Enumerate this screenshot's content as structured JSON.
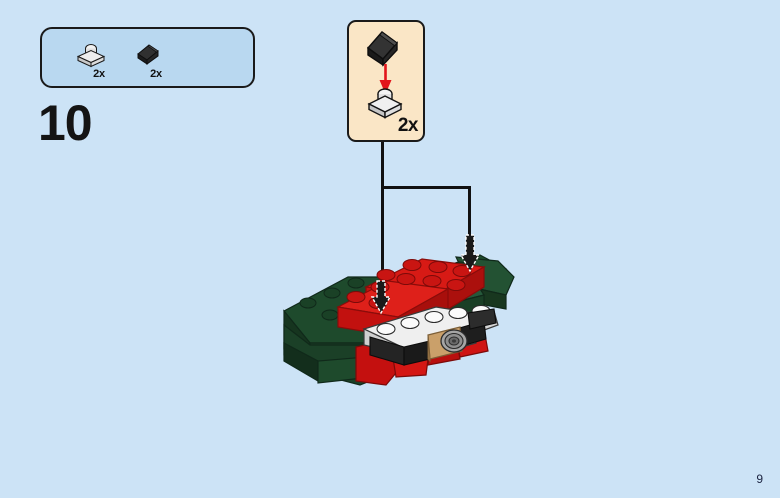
{
  "page": {
    "page_number": "9",
    "background_color": "#cce3f6"
  },
  "step": {
    "number": "10"
  },
  "parts_box": {
    "background_color": "#b9d8f0",
    "border_color": "#1a1a1a",
    "parts": [
      {
        "icon": "lego-plate-1x1-round-top-light-gray-icon",
        "name": "light-gray-plate-with-stud",
        "color": "#d8d8d8",
        "count": "2x"
      },
      {
        "icon": "lego-wedge-slope-black-icon",
        "name": "black-wedge-slope",
        "color": "#2b2b2b",
        "count": "2x"
      }
    ]
  },
  "callout": {
    "background_color": "#fae6c6",
    "border_color": "#1a1a1a",
    "count": "2x",
    "arrow_color": "#e2151b",
    "sub_assembly": {
      "top_piece": {
        "icon": "lego-wedge-slope-black-icon",
        "name": "black-wedge-slope",
        "color": "#2b2b2b"
      },
      "bottom_piece": {
        "icon": "lego-plate-1x1-round-top-light-gray-icon",
        "name": "light-gray-plate-with-stud",
        "color": "#dcdcdc"
      }
    }
  },
  "leader_lines": {
    "color": "#111111",
    "branches": 2
  },
  "model": {
    "name": "lego-camera-assembly",
    "colors": {
      "red": "#d01317",
      "red_dark": "#a20f12",
      "red_light": "#e8211f",
      "green": "#1e4a2c",
      "green_dark": "#16351f",
      "green_light": "#2a6038",
      "gray_light": "#e6e6e6",
      "gray_mid": "#b9b9b9",
      "black": "#1d1d1d",
      "tan": "#caa06a",
      "tan_dark": "#a8814f",
      "silver": "#9b9b9b"
    },
    "placement_arrows": [
      {
        "name": "placement-arrow-left",
        "count": 1
      },
      {
        "name": "placement-arrow-right",
        "count": 1
      }
    ]
  }
}
